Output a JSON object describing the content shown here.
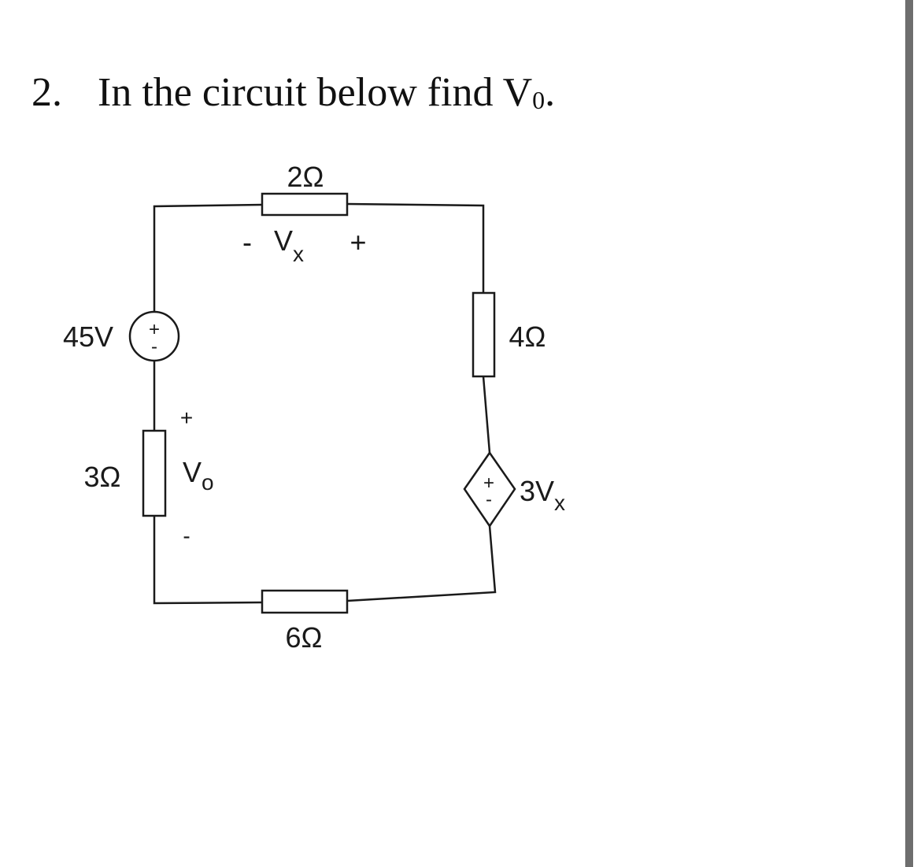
{
  "question": {
    "number": "2.",
    "text": "In the circuit below find V",
    "subscript": "0",
    "end": "."
  },
  "circuit": {
    "resistor_top": "2Ω",
    "resistor_right": "4Ω",
    "resistor_left": "3Ω",
    "resistor_bottom": "6Ω",
    "source_voltage": "45V",
    "source_plus": "+",
    "source_minus": "-",
    "vx_minus": "-",
    "vx_label": "V",
    "vx_sub": "x",
    "vx_plus": "+",
    "vo_plus": "+",
    "vo_label": "V",
    "vo_sub": "o",
    "vo_minus": "-",
    "dep_plus": "+",
    "dep_minus": "-",
    "dep_label": "3V",
    "dep_sub": "x"
  }
}
